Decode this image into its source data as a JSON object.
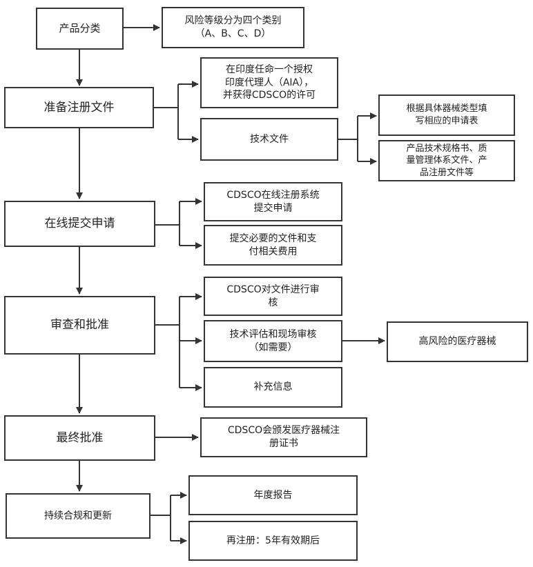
{
  "steps": {
    "classification": "产品分类",
    "prepare_docs": "准备注册文件",
    "online_submit": "在线提交申请",
    "review": "审查和批准",
    "final_approval": "最终批准",
    "compliance": "持续合规和更新"
  },
  "details": {
    "risk_levels": "风险等级分为四个类别\n（A、B、C、D）",
    "aia": "在印度任命一个授权\n印度代理人（AIA），\n并获得CDSCO的许可",
    "tech_docs": "技术文件",
    "fill_form": "根据具体器械类型填\n写相应的申请表",
    "spec_docs": "产品技术规格书、质\n量管理体系文件、产\n品注册文件等",
    "cdsco_online": "CDSCO在线注册系统\n提交申请",
    "submit_fees": "提交必要的文件和支\n付相关费用",
    "cdsco_review": "CDSCO对文件进行审\n核",
    "tech_eval": "技术评估和现场审核\n（如需要）",
    "high_risk": "高风险的医疗器械",
    "supplement": "补充信息",
    "certificate": "CDSCO会颁发医疗器械注\n册证书",
    "annual_report": "年度报告",
    "re_register": "再注册：5年有效期后"
  }
}
